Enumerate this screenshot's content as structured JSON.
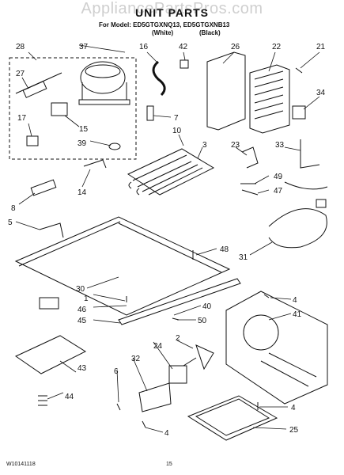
{
  "watermark": "AppliancePartsPros.com",
  "title": "UNIT PARTS",
  "model_line": "For Model: ED5GTGXNQ13, ED5GTGXNB13",
  "color_white": "(White)",
  "color_black": "(Black)",
  "footer": {
    "doc_number": "W10141118",
    "page_number": "15"
  },
  "callouts": [
    {
      "id": "c28",
      "label": "28"
    },
    {
      "id": "c37",
      "label": "37"
    },
    {
      "id": "c16",
      "label": "16"
    },
    {
      "id": "c42",
      "label": "42"
    },
    {
      "id": "c26",
      "label": "26"
    },
    {
      "id": "c22",
      "label": "22"
    },
    {
      "id": "c21",
      "label": "21"
    },
    {
      "id": "c27",
      "label": "27"
    },
    {
      "id": "c34",
      "label": "34"
    },
    {
      "id": "c17",
      "label": "17"
    },
    {
      "id": "c15",
      "label": "15"
    },
    {
      "id": "c7",
      "label": "7"
    },
    {
      "id": "c10",
      "label": "10"
    },
    {
      "id": "c39",
      "label": "39"
    },
    {
      "id": "c3",
      "label": "3"
    },
    {
      "id": "c23",
      "label": "23"
    },
    {
      "id": "c33",
      "label": "33"
    },
    {
      "id": "c14",
      "label": "14"
    },
    {
      "id": "c49",
      "label": "49"
    },
    {
      "id": "c47",
      "label": "47"
    },
    {
      "id": "c8",
      "label": "8"
    },
    {
      "id": "c5",
      "label": "5"
    },
    {
      "id": "c48",
      "label": "48"
    },
    {
      "id": "c31",
      "label": "31"
    },
    {
      "id": "c30",
      "label": "30"
    },
    {
      "id": "c1",
      "label": "1"
    },
    {
      "id": "c46",
      "label": "46"
    },
    {
      "id": "c45",
      "label": "45"
    },
    {
      "id": "c40",
      "label": "40"
    },
    {
      "id": "c4a",
      "label": "4"
    },
    {
      "id": "c41",
      "label": "41"
    },
    {
      "id": "c50",
      "label": "50"
    },
    {
      "id": "c2",
      "label": "2"
    },
    {
      "id": "c24",
      "label": "24"
    },
    {
      "id": "c32",
      "label": "32"
    },
    {
      "id": "c43",
      "label": "43"
    },
    {
      "id": "c6",
      "label": "6"
    },
    {
      "id": "c44",
      "label": "44"
    },
    {
      "id": "c4b",
      "label": "4"
    },
    {
      "id": "c4c",
      "label": "4"
    },
    {
      "id": "c25",
      "label": "25"
    }
  ]
}
